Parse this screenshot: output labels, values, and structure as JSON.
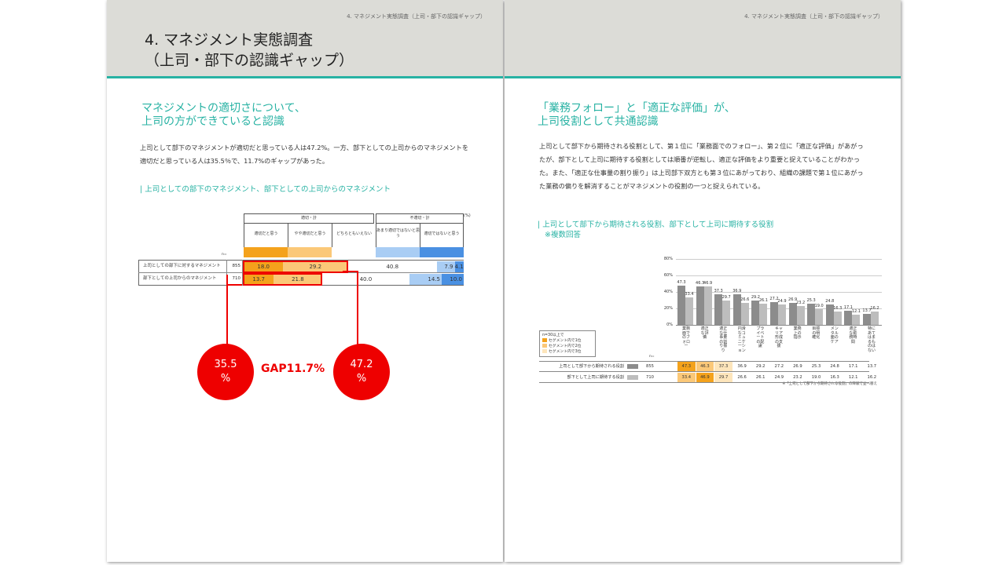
{
  "running_head": "4. マネジメント実態調査（上司・部下の認識ギャップ）",
  "left": {
    "title": "4. マネジメント実態調査\n（上司・部下の認識ギャップ）",
    "section_title": "マネジメントの適切さについて、\n上司の方ができていると認識",
    "body": "上司として部下のマネジメントが適切だと思っている人は47.2%。一方、部下としての上司からのマネジメントを適切だと思っている人は35.5％で、11.7%のギャップがあった。",
    "chart_caption": "| 上司としての部下のマネジメント、部下としての上司からのマネジメント",
    "gap_left_value": "35.5",
    "gap_left_unit": "%",
    "gap_right_value": "47.2",
    "gap_right_unit": "%",
    "gap_label": "GAP11.7%"
  },
  "right": {
    "section_title": "「業務フォロー」と「適正な評価」が、\n上司役割として共通認識",
    "body": "上司として部下から期待される役割として、第１位に「業務面でのフォロー」、第２位に「適正な評価」があがったが、部下として上司に期待する役割としては順番が逆転し、適正な評価をより重要と捉えていることがわかった。また、「適正な仕事量の割り振り」は上司部下双方とも第３位にあがっており、組織の課題で第１位にあがった業務の偏りを解消することがマネジメントの役割の一つと捉えられている。",
    "chart_caption": "| 上司として部下から期待される役割、部下として上司に期待する役割\n   ※複数回答"
  },
  "colors": {
    "accent": "#27b2a3",
    "header_band": "#dcdcd7",
    "gap_red": "#ee0000",
    "seg1": "#f4a21c",
    "seg2": "#fbc878",
    "seg4": "#a9cdf4",
    "seg5": "#4a90e2",
    "bar_boss": "#8c8c8c",
    "bar_sub": "#bdbdbd",
    "hi1": "#f4a21c",
    "hi2": "#fbc878",
    "hi3": "#fde5bb"
  },
  "chart_data": [
    {
      "type": "bar",
      "stacked": true,
      "orientation": "horizontal",
      "unit_label": "(%)",
      "n_header": "n=",
      "group_headers": [
        "適切・計",
        "不適切・計"
      ],
      "categories_legend": [
        "適切だと思う",
        "やや適切だと思う",
        "どちらともいえない",
        "あまり適切ではないと思う",
        "適切ではないと思う"
      ],
      "rows": [
        {
          "label": "上司としての部下に対するマネジメント",
          "n": "855",
          "values": [
            18.0,
            29.2,
            40.8,
            7.9,
            4.1
          ]
        },
        {
          "label": "部下としての上司からのマネジメント",
          "n": "710",
          "values": [
            13.7,
            21.8,
            40.0,
            14.5,
            10.0
          ]
        }
      ]
    },
    {
      "type": "bar",
      "ylim": [
        0,
        80
      ],
      "yticks": [
        "0%",
        "20%",
        "40%",
        "60%",
        "80%"
      ],
      "categories": [
        "業務面でのフォロー",
        "適正な評価",
        "適正な仕事量の割り振り",
        "円滑なコミュニケーション",
        "プライベートの配慮",
        "キャリア形成の支援",
        "業務上の指示",
        "目標の明確化",
        "メンタル面のケア",
        "適正な勤務時間",
        "特にあてはまるものはない"
      ],
      "series": [
        {
          "name": "上司として部下から期待される役割",
          "n": "855",
          "values": [
            47.3,
            46.3,
            37.3,
            36.9,
            29.2,
            27.2,
            26.9,
            25.3,
            24.8,
            17.1,
            13.7
          ]
        },
        {
          "name": "部下として上司に期待する役割",
          "n": "710",
          "values": [
            33.4,
            46.9,
            29.7,
            26.6,
            26.1,
            24.9,
            23.2,
            19.0,
            16.3,
            12.1,
            16.2
          ]
        }
      ],
      "n_header": "n=",
      "legend_title": "n=30以上で",
      "legend_items": [
        "セグメント内で1位",
        "セグメント内で2位",
        "セグメント内で3位"
      ],
      "footnote": "※「上司として部下から期待される役割」の降順で並べ替え"
    }
  ]
}
